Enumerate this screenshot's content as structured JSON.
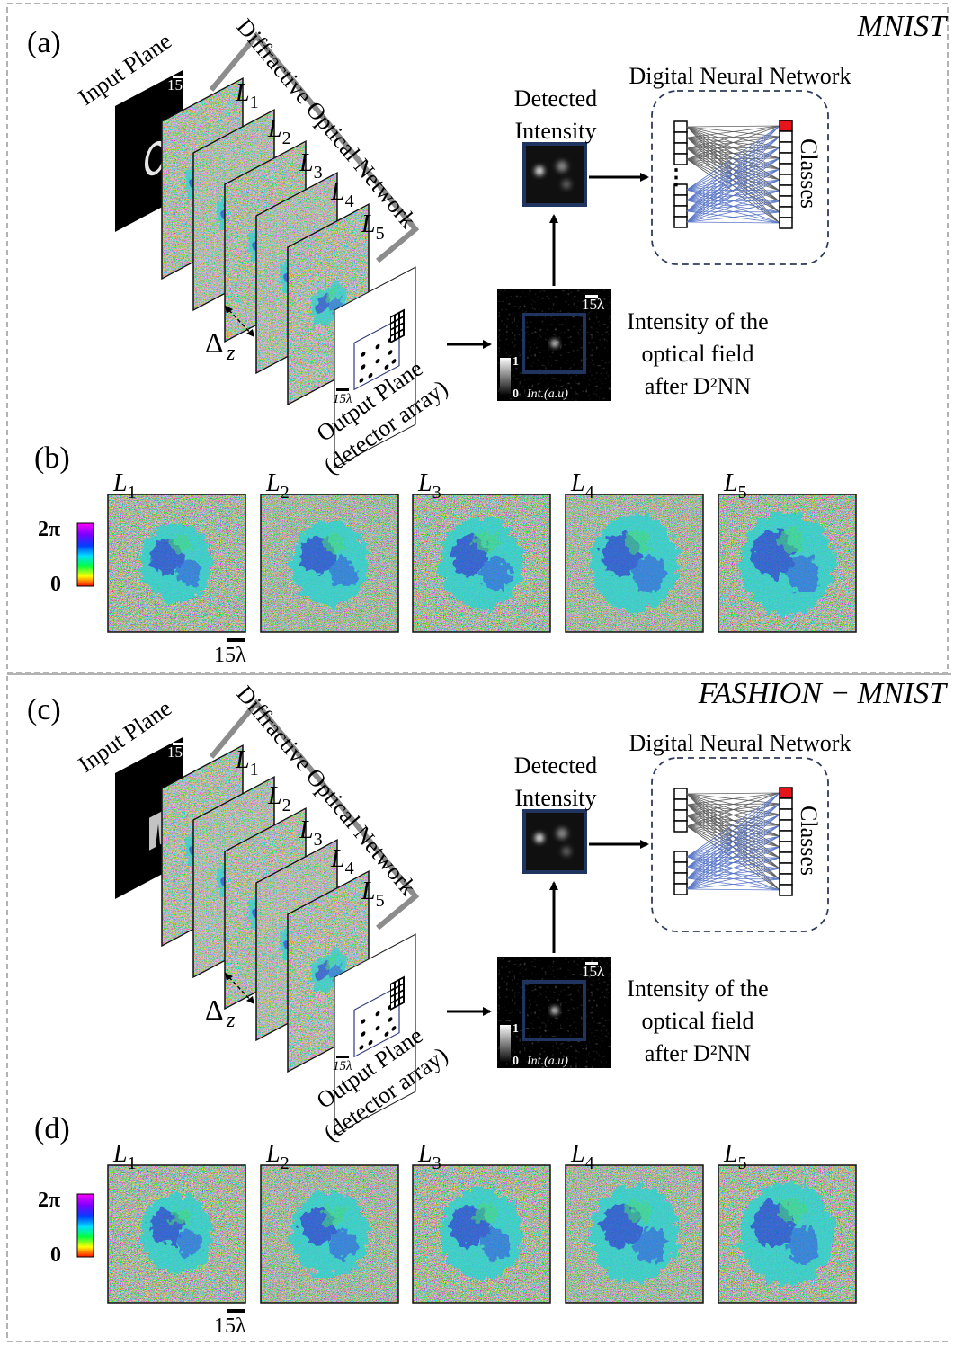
{
  "figure": {
    "panels": [
      {
        "id": "a",
        "panel_label": "(a)",
        "dataset": "MNIST",
        "input_plane_label": "Input Plane",
        "input_object": "digit-zero",
        "scale_bar": "15λ",
        "don_label": "Diffractive Optical Network",
        "layer_labels": [
          "L1",
          "L2",
          "L3",
          "L4",
          "L5"
        ],
        "delta_z": "Δz",
        "output_plane_label": "Output Plane",
        "output_plane_sub": "(detector array)",
        "intensity_caption": [
          "Intensity of the",
          "optical field",
          "after D²NN"
        ],
        "intensity_colorbar": {
          "max": "1",
          "min": "0",
          "label": "Int.(a.u)"
        },
        "detected_label": [
          "Detected",
          "Intensity"
        ],
        "dnn_label": "Digital Neural Network",
        "classes_label": "Classes",
        "ellipsis": "⋮"
      },
      {
        "id": "c",
        "panel_label": "(c)",
        "dataset": "FASHION − MNIST",
        "input_plane_label": "Input Plane",
        "input_object": "trousers",
        "scale_bar": "15λ",
        "don_label": "Diffractive Optical Network",
        "layer_labels": [
          "L1",
          "L2",
          "L3",
          "L4",
          "L5"
        ],
        "delta_z": "Δz",
        "output_plane_label": "Output Plane",
        "output_plane_sub": "(detector array)",
        "intensity_caption": [
          "Intensity of the",
          "optical field",
          "after D²NN"
        ],
        "intensity_colorbar": {
          "max": "1",
          "min": "0",
          "label": "Int.(a.u)"
        },
        "detected_label": [
          "Detected",
          "Intensity"
        ],
        "dnn_label": "Digital Neural Network",
        "classes_label": "Classes",
        "ellipsis": ""
      }
    ],
    "phase_rows": [
      {
        "id": "b",
        "panel_label": "(b)",
        "layer_labels": [
          "L1",
          "L2",
          "L3",
          "L4",
          "L5"
        ],
        "colorbar": {
          "max": "2π",
          "min": "0"
        },
        "scale_bar": "15λ"
      },
      {
        "id": "d",
        "panel_label": "(d)",
        "layer_labels": [
          "L1",
          "L2",
          "L3",
          "L4",
          "L5"
        ],
        "colorbar": {
          "max": "2π",
          "min": "0"
        },
        "scale_bar": "15λ"
      }
    ],
    "colors": {
      "bracket": "#8c8c8c",
      "frame_dash": "#9a9a9a",
      "dnn_box": "#2f3b5c",
      "detector_frame": "#1f3560",
      "class_highlight": "#e8141c",
      "edge_gray": "#606060",
      "edge_blue": "#5b78c8"
    }
  }
}
